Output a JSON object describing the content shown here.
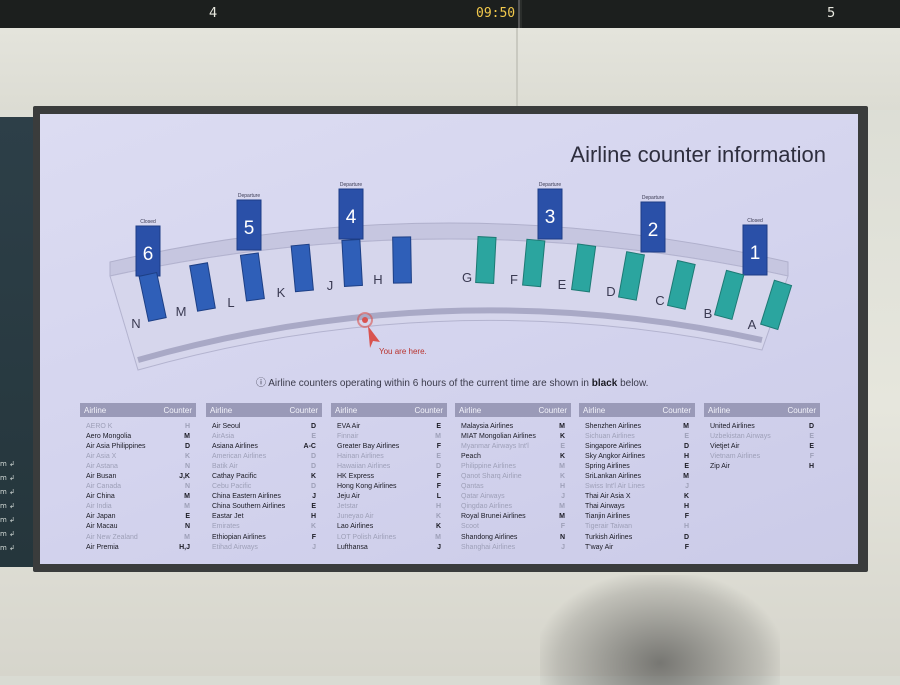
{
  "ceiling": {
    "left_number": "4",
    "time": "09:50",
    "right_number": "5"
  },
  "screen": {
    "title": "Airline counter information",
    "you_are_here": "You are here.",
    "note_prefix": "ⓘ Airline counters operating within 6 hours of the current time are shown in ",
    "note_bold": "black",
    "note_suffix": " below."
  },
  "map": {
    "gates": [
      {
        "number": "6",
        "label": "Closed"
      },
      {
        "number": "5",
        "label": "Departure"
      },
      {
        "number": "4",
        "label": "Departure"
      },
      {
        "number": "3",
        "label": "Departure"
      },
      {
        "number": "2",
        "label": "Departure"
      },
      {
        "number": "1",
        "label": "Closed"
      }
    ],
    "counters": [
      "N",
      "M",
      "L",
      "K",
      "J",
      "H",
      "G",
      "F",
      "E",
      "D",
      "C",
      "B",
      "A"
    ],
    "colors": {
      "blue_counter": "#2f5fb8",
      "teal_counter": "#2ba59f",
      "gate_sign": "#2a50a8",
      "marker": "#d9534f"
    }
  },
  "left_panel": {
    "rows": [
      "m",
      "m",
      "m",
      "m",
      "m",
      "m",
      "m"
    ]
  },
  "tables": [
    {
      "header": {
        "airline": "Airline",
        "counter": "Counter"
      },
      "rows": [
        {
          "name": "AERO K",
          "counter": "H",
          "active": false
        },
        {
          "name": "Aero Mongolia",
          "counter": "M",
          "active": true
        },
        {
          "name": "Air Asia Philippines",
          "counter": "D",
          "active": true
        },
        {
          "name": "Air Asia X",
          "counter": "K",
          "active": false
        },
        {
          "name": "Air Astana",
          "counter": "N",
          "active": false
        },
        {
          "name": "Air Busan",
          "counter": "J,K",
          "active": true
        },
        {
          "name": "Air Canada",
          "counter": "N",
          "active": false
        },
        {
          "name": "Air China",
          "counter": "M",
          "active": true
        },
        {
          "name": "Air India",
          "counter": "M",
          "active": false
        },
        {
          "name": "Air Japan",
          "counter": "E",
          "active": true
        },
        {
          "name": "Air Macau",
          "counter": "N",
          "active": true
        },
        {
          "name": "Air New Zealand",
          "counter": "M",
          "active": false
        },
        {
          "name": "Air Premia",
          "counter": "H,J",
          "active": true
        }
      ]
    },
    {
      "header": {
        "airline": "Airline",
        "counter": "Counter"
      },
      "rows": [
        {
          "name": "Air Seoul",
          "counter": "D",
          "active": true
        },
        {
          "name": "AirAsia",
          "counter": "E",
          "active": false
        },
        {
          "name": "Asiana Airlines",
          "counter": "A-C",
          "active": true
        },
        {
          "name": "American Airlines",
          "counter": "D",
          "active": false
        },
        {
          "name": "Batik Air",
          "counter": "D",
          "active": false
        },
        {
          "name": "Cathay Pacific",
          "counter": "K",
          "active": true
        },
        {
          "name": "Cebu Pacific",
          "counter": "D",
          "active": false
        },
        {
          "name": "China Eastern Airlines",
          "counter": "J",
          "active": true
        },
        {
          "name": "China Southern Airlines",
          "counter": "E",
          "active": true
        },
        {
          "name": "Eastar Jet",
          "counter": "H",
          "active": true
        },
        {
          "name": "Emirates",
          "counter": "K",
          "active": false
        },
        {
          "name": "Ethiopian Airlines",
          "counter": "F",
          "active": true
        },
        {
          "name": "Etihad Airways",
          "counter": "J",
          "active": false
        }
      ]
    },
    {
      "header": {
        "airline": "Airline",
        "counter": "Counter"
      },
      "rows": [
        {
          "name": "EVA Air",
          "counter": "E",
          "active": true
        },
        {
          "name": "Finnair",
          "counter": "M",
          "active": false
        },
        {
          "name": "Greater Bay Airlines",
          "counter": "F",
          "active": true
        },
        {
          "name": "Hainan Airlines",
          "counter": "E",
          "active": false
        },
        {
          "name": "Hawaiian Airlines",
          "counter": "D",
          "active": false
        },
        {
          "name": "HK Express",
          "counter": "F",
          "active": true
        },
        {
          "name": "Hong Kong Airlines",
          "counter": "F",
          "active": true
        },
        {
          "name": "Jeju Air",
          "counter": "L",
          "active": true
        },
        {
          "name": "Jetstar",
          "counter": "H",
          "active": false
        },
        {
          "name": "Juneyao Air",
          "counter": "K",
          "active": false
        },
        {
          "name": "Lao Airlines",
          "counter": "K",
          "active": true
        },
        {
          "name": "LOT Polish Airlines",
          "counter": "M",
          "active": false
        },
        {
          "name": "Lufthansa",
          "counter": "J",
          "active": true
        }
      ]
    },
    {
      "header": {
        "airline": "Airline",
        "counter": "Counter"
      },
      "rows": [
        {
          "name": "Malaysia Airlines",
          "counter": "M",
          "active": true
        },
        {
          "name": "MIAT Mongolian Airlines",
          "counter": "K",
          "active": true
        },
        {
          "name": "Myanmar Airways Int'l",
          "counter": "E",
          "active": false
        },
        {
          "name": "Peach",
          "counter": "K",
          "active": true
        },
        {
          "name": "Philippine Airlines",
          "counter": "M",
          "active": false
        },
        {
          "name": "Qanot Sharq Airline",
          "counter": "K",
          "active": false
        },
        {
          "name": "Qantas",
          "counter": "H",
          "active": false
        },
        {
          "name": "Qatar Airways",
          "counter": "J",
          "active": false
        },
        {
          "name": "Qingdao Airlines",
          "counter": "M",
          "active": false
        },
        {
          "name": "Royal Brunei Airlines",
          "counter": "M",
          "active": true
        },
        {
          "name": "Scoot",
          "counter": "F",
          "active": false
        },
        {
          "name": "Shandong Airlines",
          "counter": "N",
          "active": true
        },
        {
          "name": "Shanghai Airlines",
          "counter": "J",
          "active": false
        }
      ]
    },
    {
      "header": {
        "airline": "Airline",
        "counter": "Counter"
      },
      "rows": [
        {
          "name": "Shenzhen Airlines",
          "counter": "M",
          "active": true
        },
        {
          "name": "Sichuan Airlines",
          "counter": "E",
          "active": false
        },
        {
          "name": "Singapore Airlines",
          "counter": "D",
          "active": true
        },
        {
          "name": "Sky Angkor Airlines",
          "counter": "H",
          "active": true
        },
        {
          "name": "Spring Airlines",
          "counter": "E",
          "active": true
        },
        {
          "name": "SriLankan Airlines",
          "counter": "M",
          "active": true
        },
        {
          "name": "Swiss Int'l Air Lines",
          "counter": "J",
          "active": false
        },
        {
          "name": "Thai Air Asia X",
          "counter": "K",
          "active": true
        },
        {
          "name": "Thai Airways",
          "counter": "H",
          "active": true
        },
        {
          "name": "Tianjin Airlines",
          "counter": "F",
          "active": true
        },
        {
          "name": "Tigerair Taiwan",
          "counter": "H",
          "active": false
        },
        {
          "name": "Turkish Airlines",
          "counter": "D",
          "active": true
        },
        {
          "name": "T'way Air",
          "counter": "F",
          "active": true
        }
      ]
    },
    {
      "header": {
        "airline": "Airline",
        "counter": "Counter"
      },
      "rows": [
        {
          "name": "United Airlines",
          "counter": "D",
          "active": true
        },
        {
          "name": "Uzbekistan Airways",
          "counter": "E",
          "active": false
        },
        {
          "name": "Vietjet Air",
          "counter": "E",
          "active": true
        },
        {
          "name": "Vietnam Airlines",
          "counter": "F",
          "active": false
        },
        {
          "name": "Zip Air",
          "counter": "H",
          "active": true
        }
      ]
    }
  ]
}
